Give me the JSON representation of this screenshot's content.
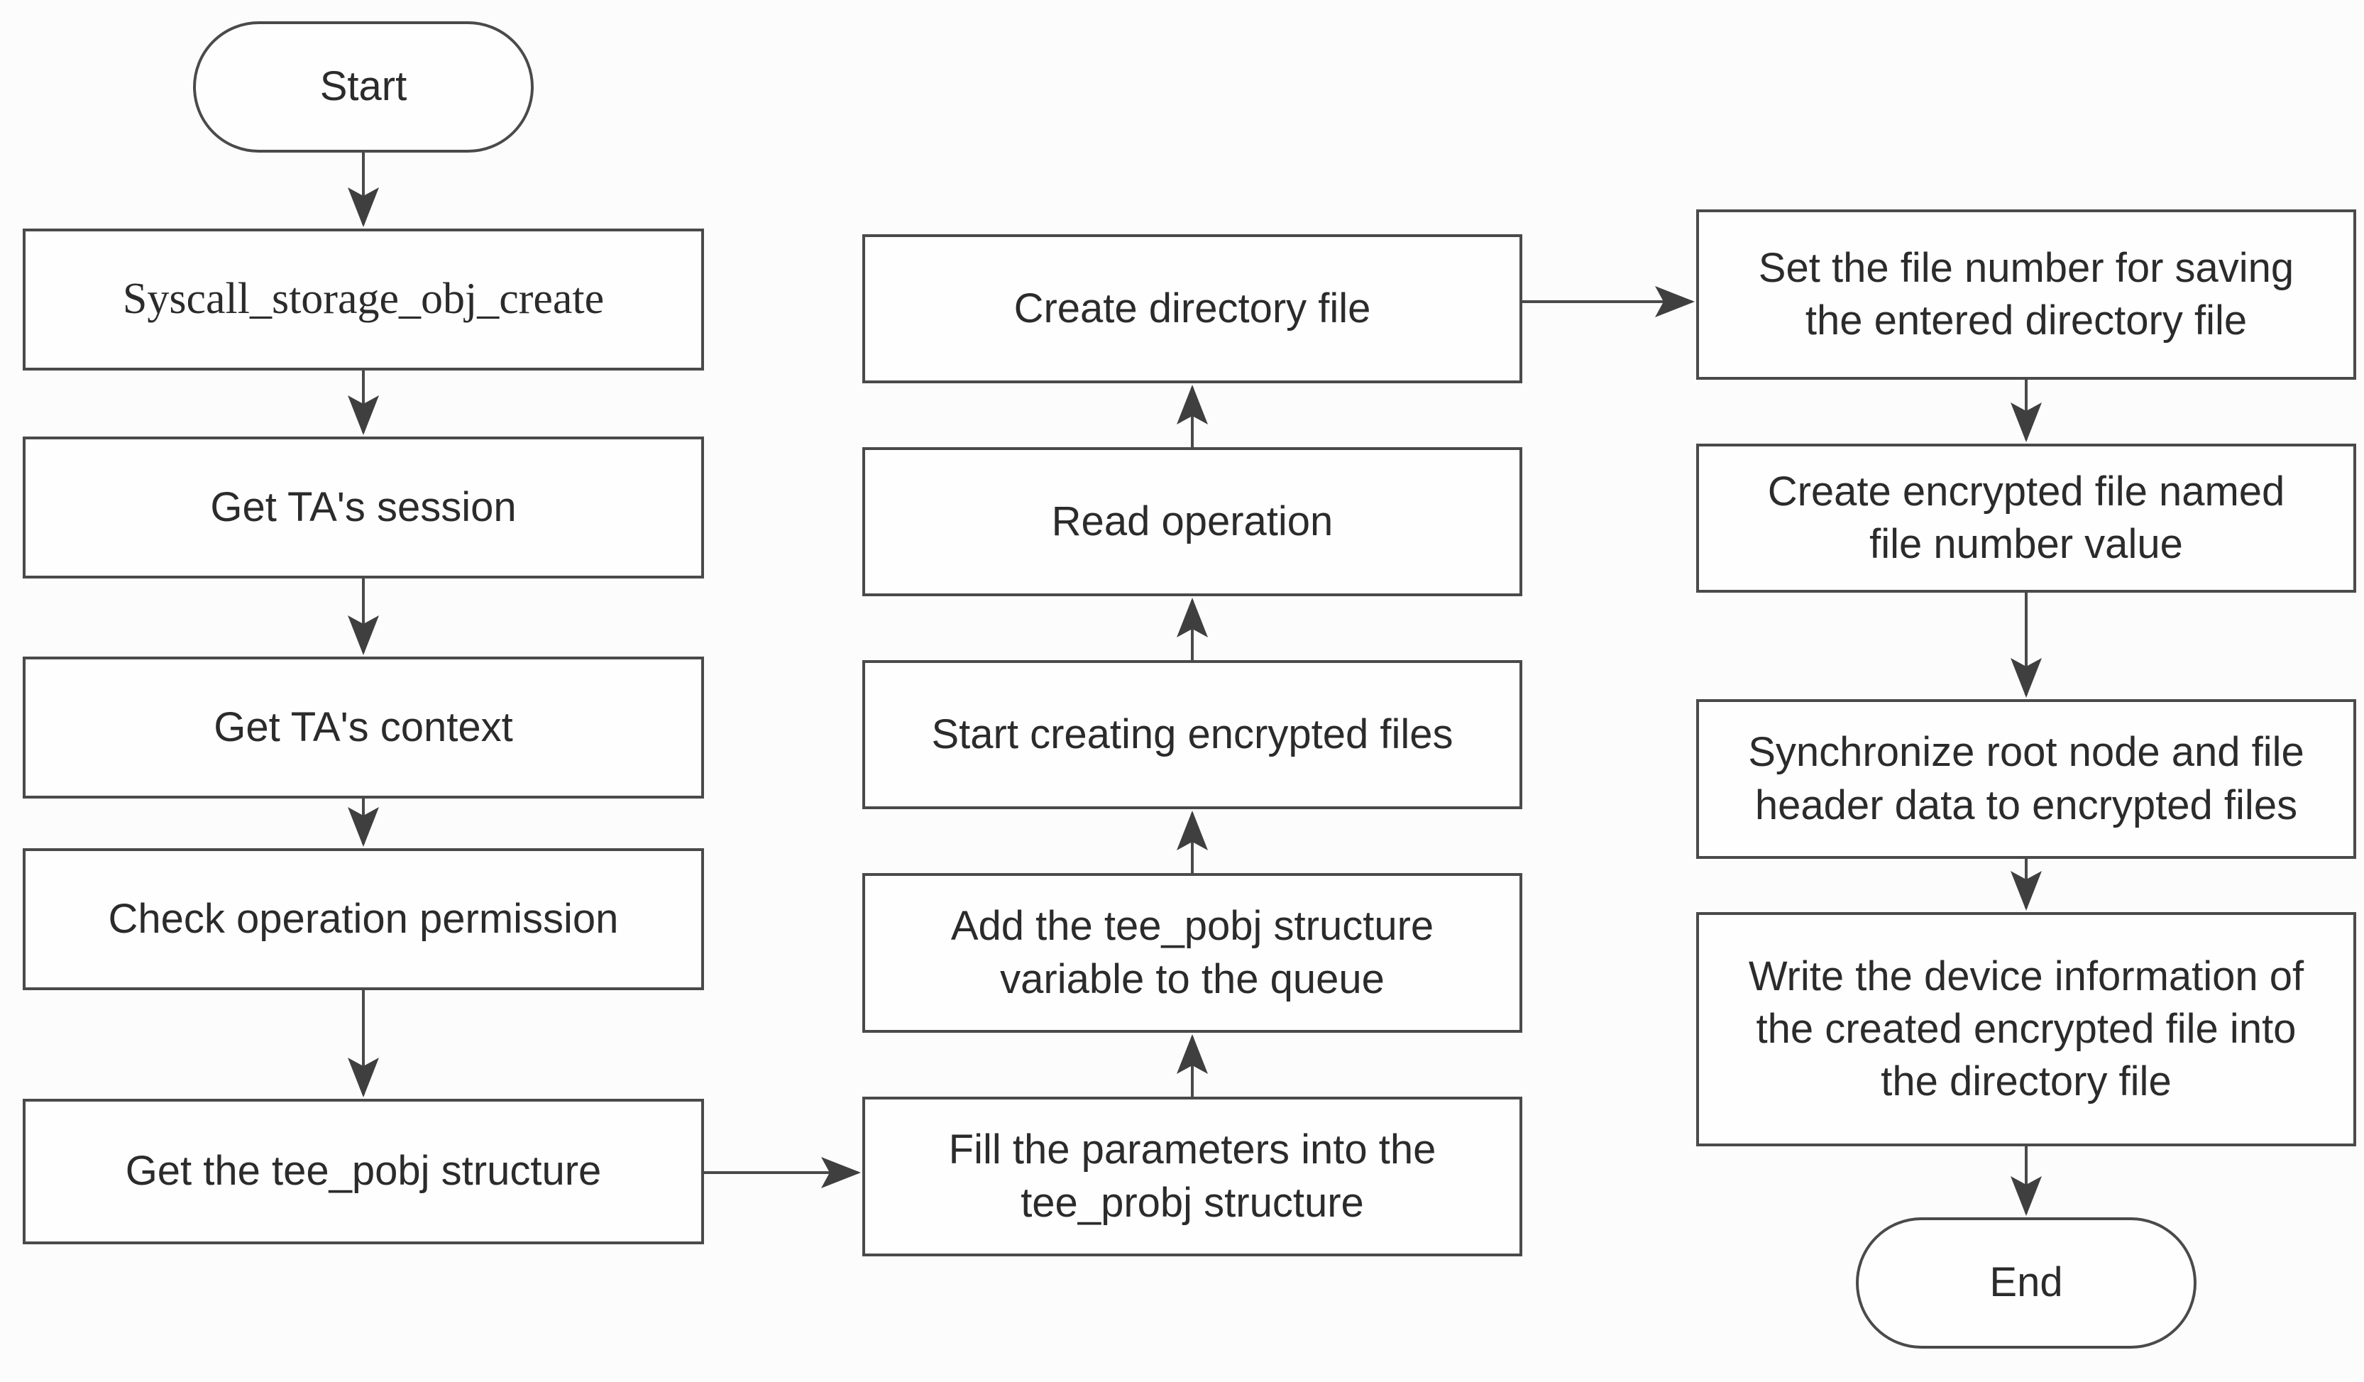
{
  "diagram": {
    "type": "flowchart",
    "colors": {
      "stroke": "#4a4a4a",
      "node_fill": "#fefefe",
      "text": "#2b2b2b",
      "background": "#fcfcfc"
    },
    "nodes": {
      "start": {
        "label": "Start",
        "shape": "terminator"
      },
      "syscall_create": {
        "label": "Syscall_storage_obj_create",
        "shape": "process"
      },
      "get_session": {
        "label": "Get TA's session",
        "shape": "process"
      },
      "get_context": {
        "label": "Get TA's context",
        "shape": "process"
      },
      "check_permission": {
        "label": "Check operation permission",
        "shape": "process"
      },
      "get_pobj": {
        "label": "Get the tee_pobj structure",
        "shape": "process"
      },
      "fill_params": {
        "label": "Fill the parameters into the tee_probj structure",
        "shape": "process"
      },
      "add_queue": {
        "label": "Add the tee_pobj structure variable to the queue",
        "shape": "process"
      },
      "start_encrypted": {
        "label": "Start creating encrypted files",
        "shape": "process"
      },
      "read_operation": {
        "label": "Read operation",
        "shape": "process"
      },
      "create_directory": {
        "label": "Create directory file",
        "shape": "process"
      },
      "set_file_number": {
        "label": "Set the file number for saving the entered directory file",
        "shape": "process"
      },
      "create_encrypted": {
        "label": "Create encrypted file named file number value",
        "shape": "process"
      },
      "sync_root": {
        "label": "Synchronize root node and file header data to encrypted files",
        "shape": "process"
      },
      "write_device": {
        "label": "Write the device information of the created encrypted file into the directory file",
        "shape": "process"
      },
      "end": {
        "label": "End",
        "shape": "terminator"
      }
    },
    "edges": [
      {
        "from": "start",
        "to": "syscall_create",
        "direction": "down"
      },
      {
        "from": "syscall_create",
        "to": "get_session",
        "direction": "down"
      },
      {
        "from": "get_session",
        "to": "get_context",
        "direction": "down"
      },
      {
        "from": "get_context",
        "to": "check_permission",
        "direction": "down"
      },
      {
        "from": "check_permission",
        "to": "get_pobj",
        "direction": "down"
      },
      {
        "from": "get_pobj",
        "to": "fill_params",
        "direction": "right"
      },
      {
        "from": "fill_params",
        "to": "add_queue",
        "direction": "up"
      },
      {
        "from": "add_queue",
        "to": "start_encrypted",
        "direction": "up"
      },
      {
        "from": "start_encrypted",
        "to": "read_operation",
        "direction": "up"
      },
      {
        "from": "read_operation",
        "to": "create_directory",
        "direction": "up"
      },
      {
        "from": "create_directory",
        "to": "set_file_number",
        "direction": "right"
      },
      {
        "from": "set_file_number",
        "to": "create_encrypted",
        "direction": "down"
      },
      {
        "from": "create_encrypted",
        "to": "sync_root",
        "direction": "down"
      },
      {
        "from": "sync_root",
        "to": "write_device",
        "direction": "down"
      },
      {
        "from": "write_device",
        "to": "end",
        "direction": "down"
      }
    ]
  }
}
